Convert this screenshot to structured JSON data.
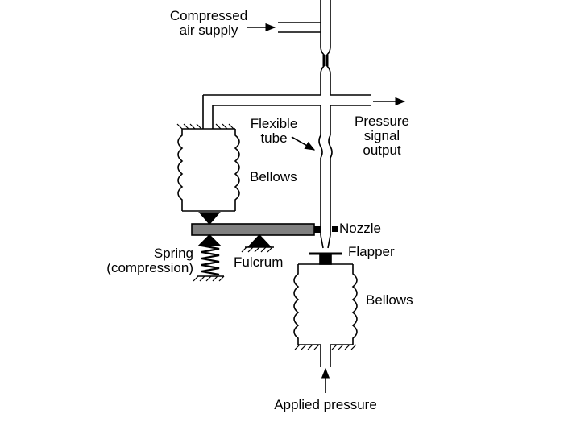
{
  "labels": {
    "compressed_air_supply": [
      "Compressed",
      "air supply"
    ],
    "pressure_signal_output": [
      "Pressure",
      "signal",
      "output"
    ],
    "flexible_tube": [
      "Flexible",
      "tube"
    ],
    "bellows_upper": "Bellows",
    "nozzle": "Nozzle",
    "flapper": "Flapper",
    "spring": [
      "Spring",
      "(compression)"
    ],
    "fulcrum": "Fulcrum",
    "bellows_lower": "Bellows",
    "applied_pressure": "Applied pressure"
  },
  "colors": {
    "ink": "#000000",
    "beam": "#808080",
    "background": "#ffffff"
  }
}
